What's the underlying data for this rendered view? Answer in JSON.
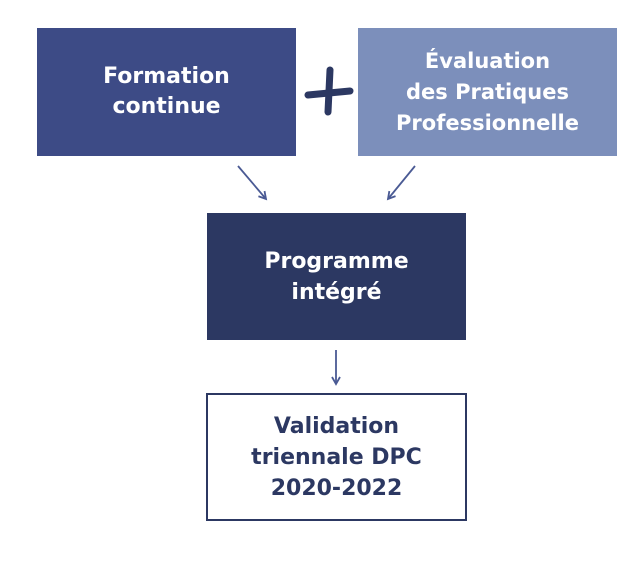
{
  "nodes": {
    "formation": [
      "Formation",
      "continue"
    ],
    "evaluation": [
      "Évaluation",
      "des Pratiques",
      "Professionnelle"
    ],
    "programme": [
      "Programme",
      "intégré"
    ],
    "validation": [
      "Validation",
      "triennale DPC",
      "2020-2022"
    ]
  },
  "edges": [
    {
      "from": "formation",
      "to": "programme"
    },
    {
      "from": "evaluation",
      "to": "programme"
    },
    {
      "from": "programme",
      "to": "validation"
    }
  ],
  "operator": {
    "symbol": "plus",
    "between": [
      "formation",
      "evaluation"
    ]
  },
  "colors": {
    "formation_fill": "#3d4b86",
    "evaluation_fill": "#7c8fbb",
    "programme_fill": "#2c3862",
    "validation_border": "#2c3862",
    "validation_text": "#2c3862",
    "arrow": "#4a5a94",
    "plus": "#2c3862"
  }
}
